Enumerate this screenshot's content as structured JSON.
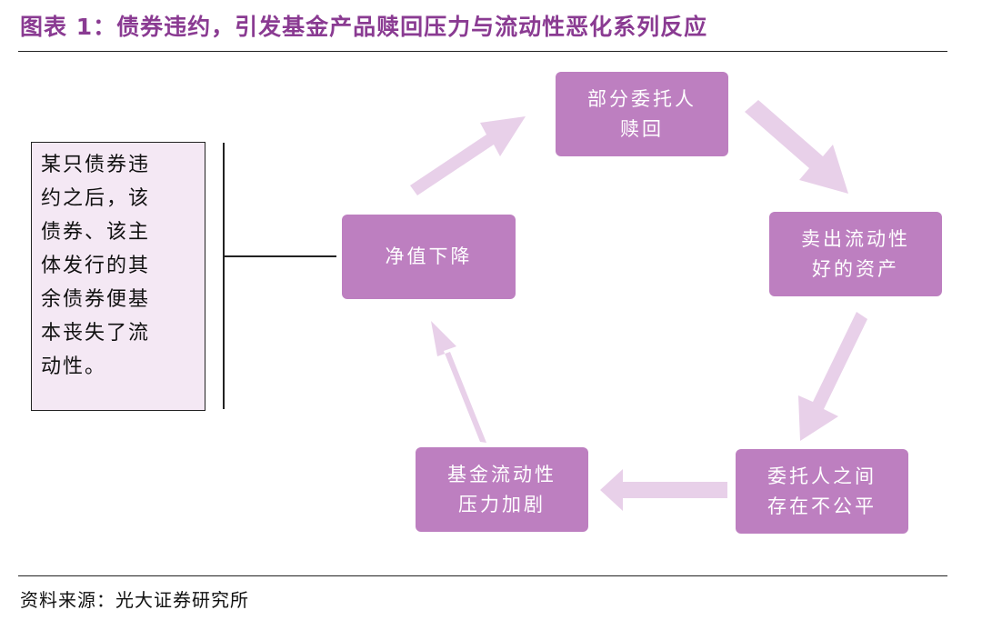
{
  "figure": {
    "title": "图表 1：债券违约，引发基金产品赎回压力与流动性恶化系列反应",
    "source": "资料来源：光大证券研究所"
  },
  "note": {
    "lines": [
      "某只债券违",
      "约之后，该",
      "债券、该主",
      "体发行的其",
      "余债券便基",
      "本丧失了流",
      "动性。"
    ]
  },
  "nodes": {
    "redeem": [
      "部分委托人",
      "赎回"
    ],
    "sell": [
      "卖出流动性",
      "好的资产"
    ],
    "unfair": [
      "委托人之间",
      "存在不公平"
    ],
    "liquidity": [
      "基金流动性",
      "压力加剧"
    ],
    "nav": [
      "净值下降"
    ]
  },
  "colors": {
    "title": "#8a3b92",
    "node_fill": "#bd7fc0",
    "arrow_fill": "#e8d0e9",
    "note_fill": "#f4e8f4"
  }
}
